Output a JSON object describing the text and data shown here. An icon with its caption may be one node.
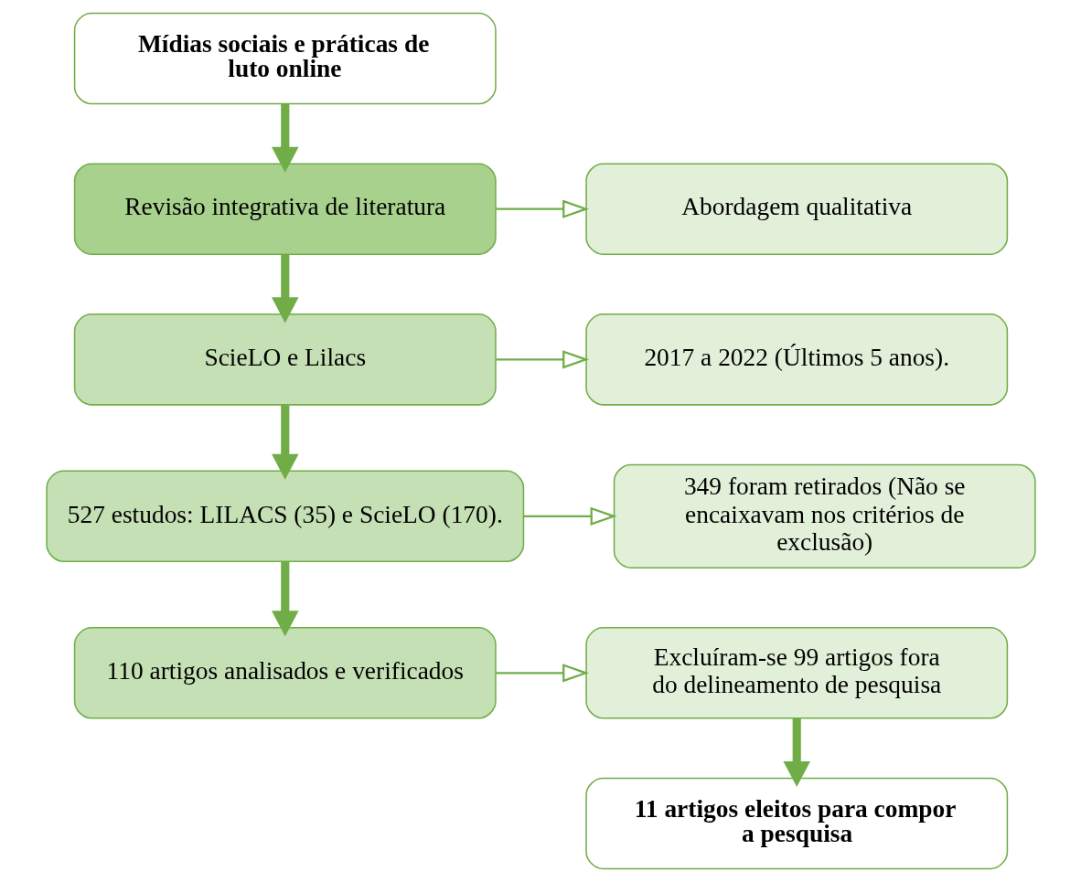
{
  "diagram": {
    "nodes": [
      {
        "text": [
          "Mídias sociais e práticas de luto online"
        ]
      },
      {
        "text": [
          "Revisão integrativa de literatura"
        ]
      },
      {
        "text": [
          "Abordagem qualitativa"
        ]
      },
      {
        "text": [
          "ScieLO e Lilacs"
        ]
      },
      {
        "text": [
          "2017 a 2022 (Últimos 5 anos)."
        ]
      },
      {
        "text": [
          "527 estudos: LILACS (35) e ScieLO (170)."
        ]
      },
      {
        "text": [
          "349 foram retirados (Não se encaixavam nos critérios de exclusão)"
        ]
      },
      {
        "text": [
          "110 artigos analisados e verificados"
        ]
      },
      {
        "text": [
          "Excluíram-se 99 artigos fora do delineamento de pesquisa"
        ]
      },
      {
        "text": [
          "11 artigos eleitos para compor a pesquisa"
        ]
      }
    ],
    "edges": [
      {
        "from": 0,
        "to": 1,
        "arrow": "to"
      },
      {
        "from": 1,
        "to": 2,
        "arrow": "to"
      },
      {
        "from": 1,
        "to": 3,
        "arrow": "to"
      },
      {
        "from": 3,
        "to": 4,
        "arrow": "to"
      },
      {
        "from": 3,
        "to": 5,
        "arrow": "to"
      },
      {
        "from": 5,
        "to": 6,
        "arrow": "to"
      },
      {
        "from": 5,
        "to": 7,
        "arrow": "to"
      },
      {
        "from": 7,
        "to": 8,
        "arrow": "to"
      },
      {
        "from": 8,
        "to": 9,
        "arrow": "to"
      }
    ]
  }
}
